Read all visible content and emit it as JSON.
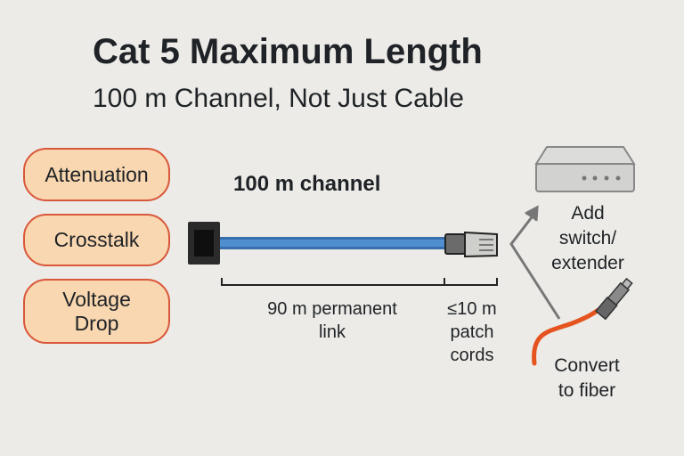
{
  "title": "Cat 5 Maximum Length",
  "subtitle": "100 m Channel, Not Just Cable",
  "factors": [
    "Attenuation",
    "Crosstalk",
    "Voltage Drop"
  ],
  "channel_label": "100 m channel",
  "segments": {
    "permanent_link": "90 m permanent link",
    "patch_cords": "≤10 m patch cords"
  },
  "solutions": {
    "switch": "Add switch/ extender",
    "fiber": "Convert to fiber"
  },
  "colors": {
    "cable": "#4f8fd0",
    "pill_fill": "#f9d7b0",
    "pill_border": "#d9573a",
    "fiber": "#e5531f"
  }
}
